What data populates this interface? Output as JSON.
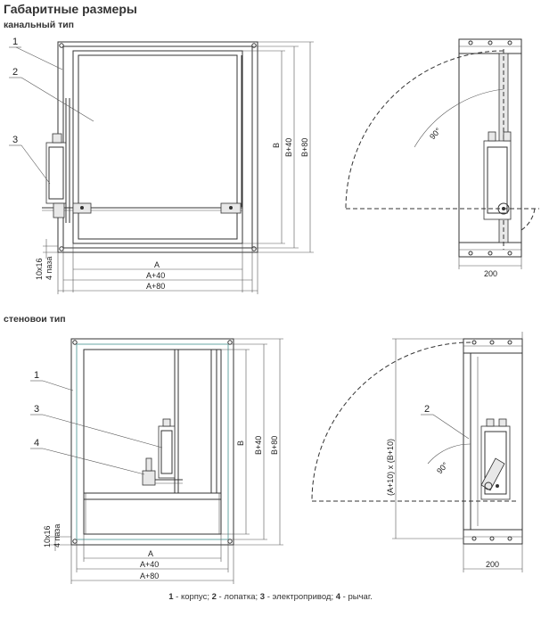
{
  "title": "Габаритные размеры",
  "section_duct": "канальный тип",
  "section_wall": "стеновои тип",
  "callouts": {
    "c1": "1",
    "c2": "2",
    "c3": "3",
    "c4": "4"
  },
  "dims": {
    "a": "A",
    "a40": "A+40",
    "a80": "A+80",
    "b": "B",
    "b40": "B+40",
    "b80": "B+80",
    "holes_1": "10x16",
    "holes_2": "4 паза",
    "depth": "200",
    "angle": "90°",
    "opening": "(A+10) x (B+10)"
  },
  "caption": {
    "n1": "1",
    "t1": " - корпус; ",
    "n2": "2",
    "t2": " - лопатка; ",
    "n3": "3",
    "t3": " - электропривод; ",
    "n4": "4",
    "t4": " - рычаг."
  }
}
